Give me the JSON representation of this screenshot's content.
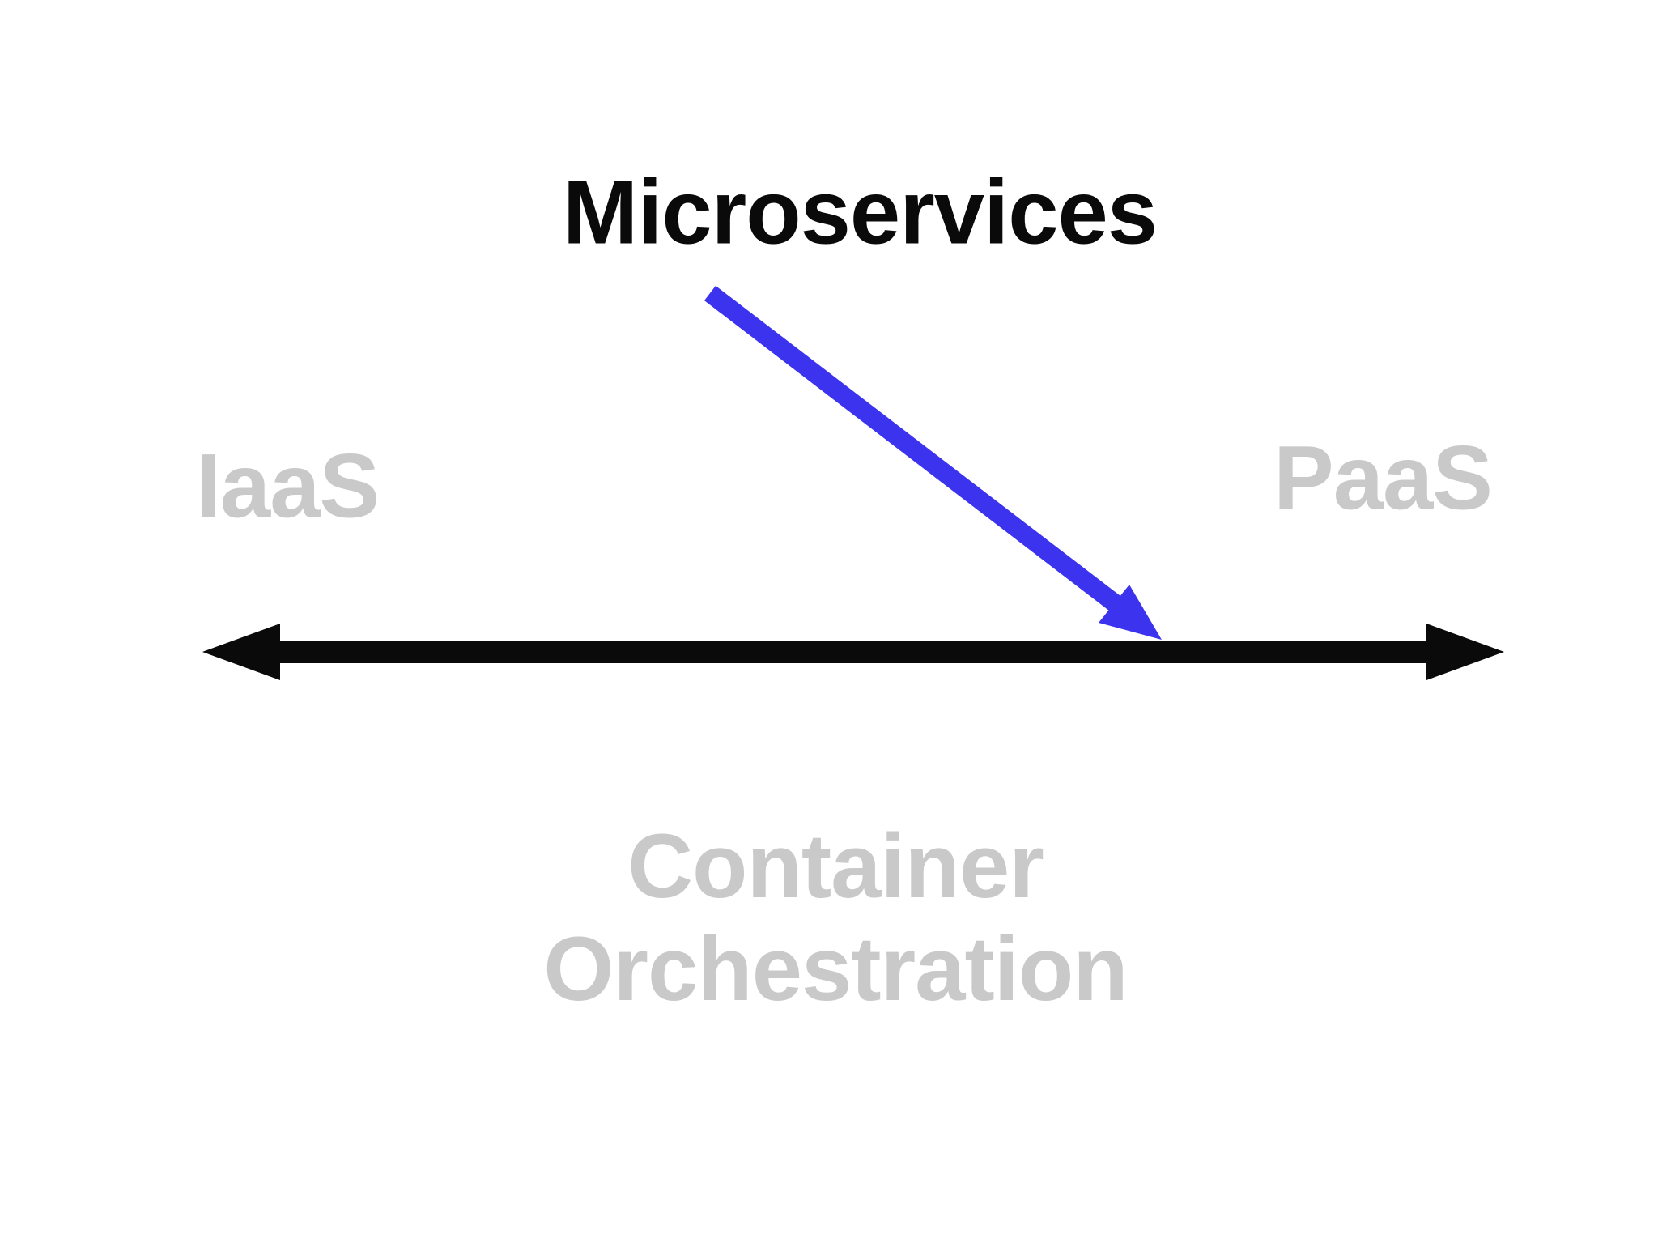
{
  "diagram": {
    "title": "Microservices",
    "axis": {
      "left_label": "IaaS",
      "right_label": "PaaS",
      "bottom_label": "Container Orchestration",
      "bottom_label_lines": {
        "line1": "Container",
        "line2": "Orchestration"
      }
    },
    "annotation": {
      "description": "arrow from Microservices title pointing to a spot on the IaaS-PaaS axis near PaaS"
    },
    "colors": {
      "title_text": "#0a0a0a",
      "muted_text": "#c9c9c9",
      "axis_black": "#0a0a0a",
      "pointer_blue": "#3c33ee",
      "background": "#ffffff"
    }
  }
}
